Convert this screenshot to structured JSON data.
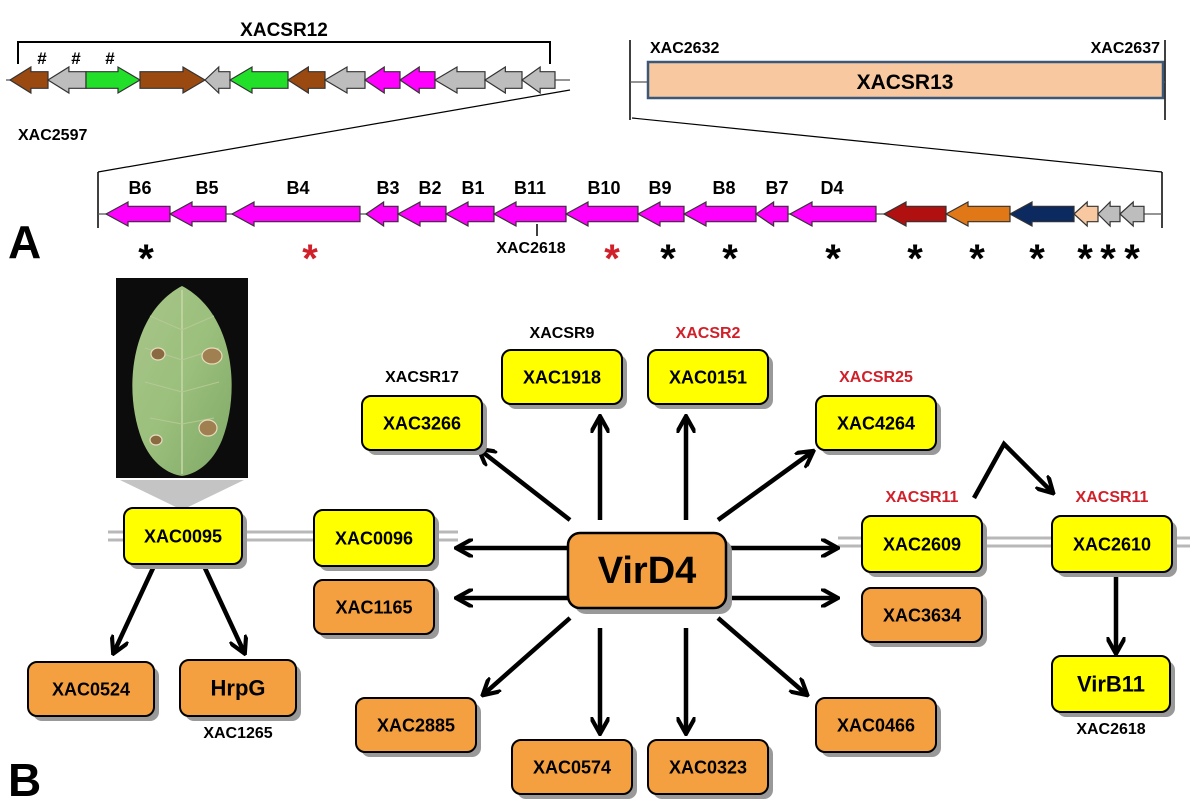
{
  "colors": {
    "magenta": "#ff00ff",
    "brown": "#9a4a10",
    "gray": "#bdbdbd",
    "green": "#22e02a",
    "darkred": "#b01010",
    "orange": "#e07818",
    "navy": "#0c2a60",
    "peach": "#f8c8a0",
    "yellow": "#ffff00",
    "box_orange": "#f4a040",
    "red_text": "#d0202a",
    "shadow": "#999999"
  },
  "panel_labels": {
    "a": "A",
    "b": "B"
  },
  "panel_a": {
    "cluster12": {
      "title": "XACSR12",
      "marks": [
        "#",
        "#",
        "#"
      ],
      "left_gene_label": "XAC2597"
    },
    "cluster13": {
      "title": "XACSR13",
      "left_label": "XAC2632",
      "right_label": "XAC2637"
    },
    "zoom_genes": {
      "labels": [
        "B6",
        "B5",
        "B4",
        "B3",
        "B2",
        "B1",
        "B11",
        "B10",
        "B9",
        "B8",
        "B7",
        "D4"
      ],
      "xac_label": "XAC2618",
      "star": "*"
    }
  },
  "panel_b": {
    "center": {
      "label": "VirD4"
    },
    "leaf_caption": "",
    "nodes": [
      {
        "id": "xac0095",
        "label": "XAC0095",
        "kind": "yellow"
      },
      {
        "id": "xac0096",
        "label": "XAC0096",
        "kind": "yellow"
      },
      {
        "id": "xac1165",
        "label": "XAC1165",
        "kind": "orange"
      },
      {
        "id": "xac0524",
        "label": "XAC0524",
        "kind": "orange"
      },
      {
        "id": "hrpg",
        "label": "HrpG",
        "kind": "orange",
        "sub": "XAC1265"
      },
      {
        "id": "xac3266",
        "label": "XAC3266",
        "kind": "yellow",
        "tag": "XACSR17",
        "tag_color": "black"
      },
      {
        "id": "xac1918",
        "label": "XAC1918",
        "kind": "yellow",
        "tag": "XACSR9",
        "tag_color": "black"
      },
      {
        "id": "xac0151",
        "label": "XAC0151",
        "kind": "yellow",
        "tag": "XACSR2",
        "tag_color": "red"
      },
      {
        "id": "xac4264",
        "label": "XAC4264",
        "kind": "yellow",
        "tag": "XACSR25",
        "tag_color": "red"
      },
      {
        "id": "xac2609",
        "label": "XAC2609",
        "kind": "yellow",
        "tag": "XACSR11",
        "tag_color": "red"
      },
      {
        "id": "xac2610",
        "label": "XAC2610",
        "kind": "yellow",
        "tag": "XACSR11",
        "tag_color": "red"
      },
      {
        "id": "xac3634",
        "label": "XAC3634",
        "kind": "orange"
      },
      {
        "id": "virb11",
        "label": "VirB11",
        "kind": "yellow",
        "sub": "XAC2618"
      },
      {
        "id": "xac2885",
        "label": "XAC2885",
        "kind": "orange"
      },
      {
        "id": "xac0574",
        "label": "XAC0574",
        "kind": "orange"
      },
      {
        "id": "xac0323",
        "label": "XAC0323",
        "kind": "orange"
      },
      {
        "id": "xac0466",
        "label": "XAC0466",
        "kind": "orange"
      }
    ]
  }
}
